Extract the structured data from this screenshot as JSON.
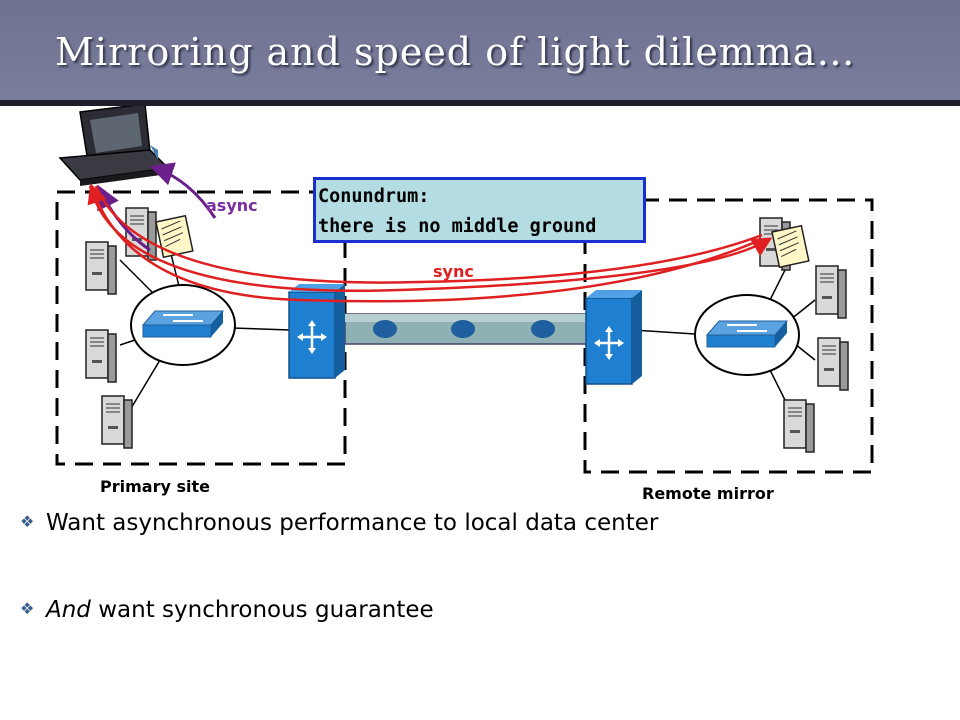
{
  "slide": {
    "title": "Mirroring and speed of light dilemma…"
  },
  "callout": {
    "line1": "Conundrum:",
    "line2": "there is no middle ground"
  },
  "labels": {
    "async": "async",
    "sync": "sync",
    "primary_site": "Primary site",
    "remote_mirror": "Remote mirror"
  },
  "bullets": [
    {
      "em": "",
      "text": "Want asynchronous performance to local data center"
    },
    {
      "em": "And",
      "text": " want synchronous guarantee"
    }
  ],
  "colors": {
    "title_bar": "#7377a0",
    "async_arrow": "#6a1f8a",
    "sync_arrow": "#e02020",
    "callout_border": "#1a2fd0",
    "callout_fill": "#b3dde2",
    "device_blue": "#1f7fd0"
  },
  "icons": [
    "laptop-icon",
    "server-icon",
    "switch-icon",
    "router-icon",
    "document-icon",
    "bullet-diamond-icon"
  ]
}
